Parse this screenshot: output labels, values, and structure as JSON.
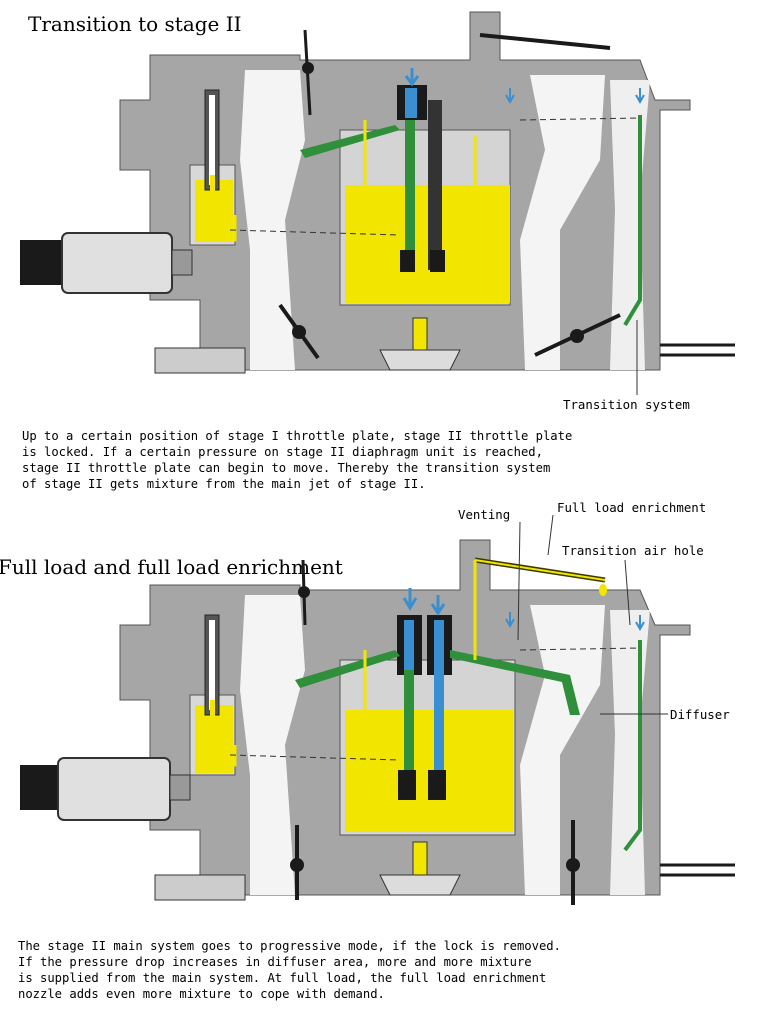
{
  "section1": {
    "title": "Transition to stage II",
    "labels": {
      "transition_system": "Transition system"
    },
    "description": [
      "Up to a certain position of stage I throttle plate, stage II throttle plate",
      "is locked. If a certain pressure on stage II diaphragm unit is reached,",
      "stage II throttle plate can begin to move. Thereby the transition system",
      "of stage II gets mixture from the main jet of stage II."
    ]
  },
  "section2": {
    "title": "Full load and full load enrichment",
    "labels": {
      "venting": "Venting",
      "full_load_enrichment": "Full load enrichment",
      "transition_air_hole": "Transition air hole",
      "diffuser": "Diffuser"
    },
    "description": [
      "The stage II main system goes to progressive mode, if the lock is removed.",
      "If the pressure drop increases in diffuser area, more and more mixture",
      "is supplied from the main system. At full load, the full load enrichment",
      "nozzle adds even more mixture to cope with demand."
    ]
  },
  "colors": {
    "housing": "#a6a6a6",
    "fuel": "#f2e600",
    "mixture": "#2f8f3a",
    "air": "#3a8fd0",
    "jet": "#1a1a1a"
  }
}
